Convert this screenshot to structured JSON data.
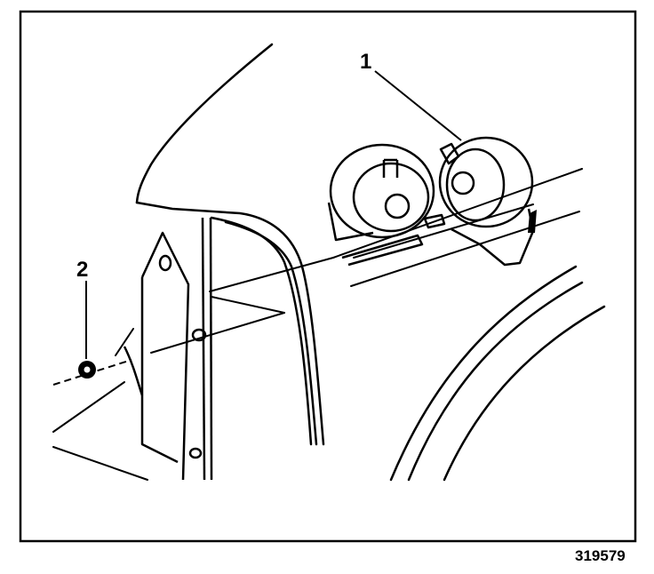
{
  "diagram": {
    "callouts": [
      {
        "id": "1",
        "text": "1"
      },
      {
        "id": "2",
        "text": "2"
      }
    ],
    "figure_number": "319579"
  }
}
